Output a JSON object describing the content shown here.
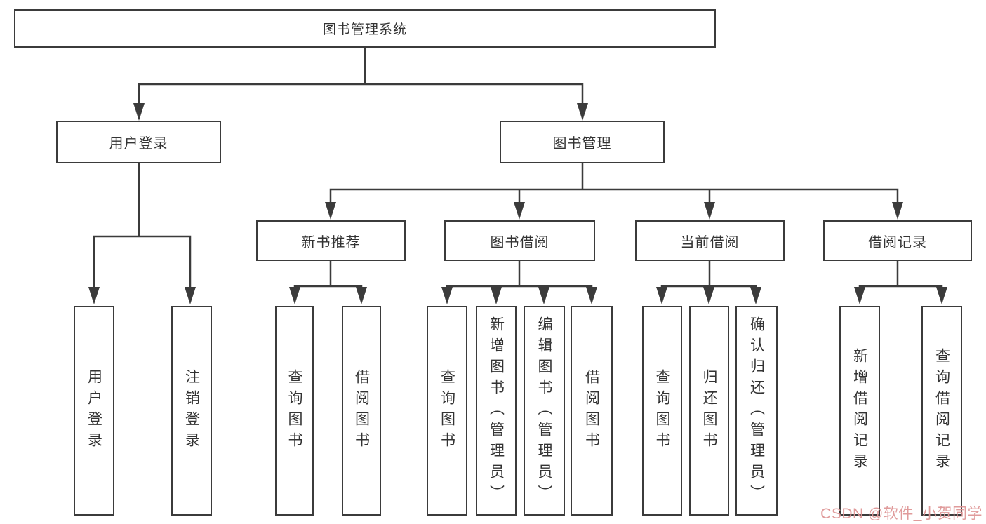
{
  "diagram": {
    "label": "图书管理系统",
    "children": [
      {
        "label": "用户登录",
        "children": [
          {
            "label": "用户登录"
          },
          {
            "label": "注销登录"
          }
        ]
      },
      {
        "label": "图书管理",
        "children": [
          {
            "label": "新书推荐",
            "children": [
              {
                "label": "查询图书"
              },
              {
                "label": "借阅图书"
              }
            ]
          },
          {
            "label": "图书借阅",
            "children": [
              {
                "label": "查询图书"
              },
              {
                "label": "新增图书（管理员）"
              },
              {
                "label": "编辑图书（管理员）"
              },
              {
                "label": "借阅图书"
              }
            ]
          },
          {
            "label": "当前借阅",
            "children": [
              {
                "label": "查询图书"
              },
              {
                "label": "归还图书"
              },
              {
                "label": "确认归还（管理员）"
              }
            ]
          },
          {
            "label": "借阅记录",
            "children": [
              {
                "label": "新增借阅记录"
              },
              {
                "label": "查询借阅记录"
              }
            ]
          }
        ]
      }
    ]
  },
  "watermark": {
    "text": "CSDN @软件_小贺同学",
    "color": "#de9696"
  },
  "colors": {
    "line": "#3b3b3b",
    "box_border": "#3b3b3b",
    "text": "#333333",
    "background": "#ffffff"
  }
}
